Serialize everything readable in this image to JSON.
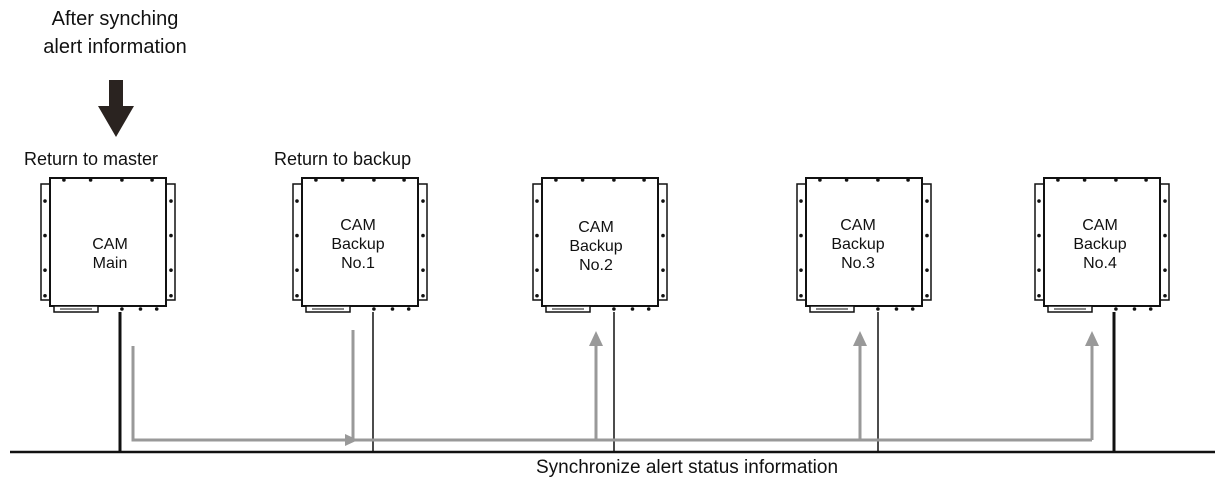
{
  "header": {
    "line1": "After synching",
    "line2": "alert information"
  },
  "labels": {
    "return_master": "Return to master",
    "return_backup": "Return to backup"
  },
  "units": [
    {
      "lines": [
        "CAM",
        "Main"
      ]
    },
    {
      "lines": [
        "CAM",
        "Backup",
        "No.1"
      ]
    },
    {
      "lines": [
        "CAM",
        "Backup",
        "No.2"
      ]
    },
    {
      "lines": [
        "CAM",
        "Backup",
        "No.3"
      ]
    },
    {
      "lines": [
        "CAM",
        "Backup",
        "No.4"
      ]
    }
  ],
  "caption": "Synchronize alert status information",
  "colors": {
    "line": "#111111",
    "flow": "#999999",
    "arrow": "#2a2320"
  }
}
